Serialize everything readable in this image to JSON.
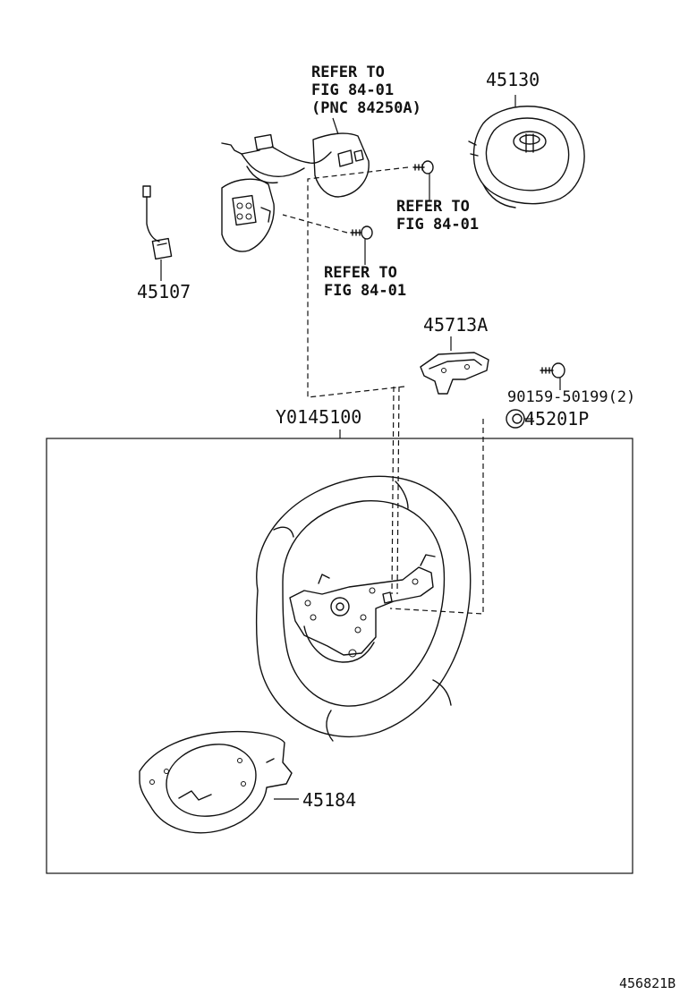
{
  "callouts": {
    "refer_switch_line1": "REFER TO",
    "refer_switch_line2": "FIG 84-01",
    "refer_switch_line3": "(PNC 84250A)",
    "refer_screw_upper_line1": "REFER TO",
    "refer_screw_upper_line2": "FIG 84-01",
    "refer_screw_lower_line1": "REFER TO",
    "refer_screw_lower_line2": "FIG 84-01"
  },
  "parts": {
    "airbag": "45130",
    "wire_harness": "45107",
    "cover_bracket": "45713A",
    "bolt": "90159-50199(2)",
    "clip": "45201P",
    "wheel_assembly": "Y0145100",
    "lower_cover": "45184"
  },
  "figure_id": "456821B"
}
